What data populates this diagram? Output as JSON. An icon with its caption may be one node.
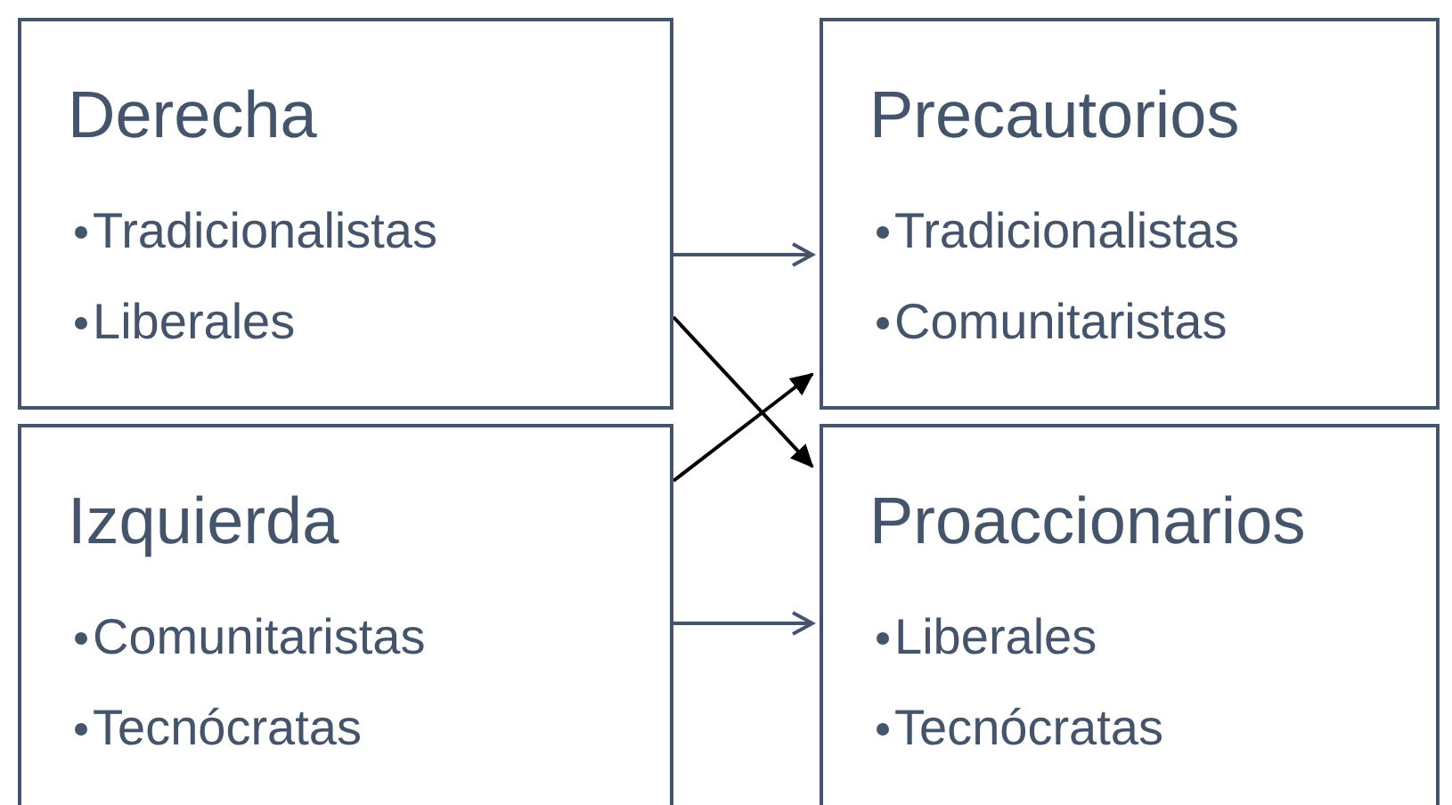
{
  "diagram": {
    "nodes": [
      {
        "text": [
          "Derecha",
          "Tradicionalistas",
          "Liberales"
        ]
      },
      {
        "text": [
          "Izquierda",
          "Comunitaristas",
          "Tecnócratas"
        ]
      },
      {
        "text": [
          "Precautorios",
          "Tradicionalistas",
          "Comunitaristas"
        ]
      },
      {
        "text": [
          "Proaccionarios",
          "Liberales",
          "Tecnócratas"
        ]
      }
    ],
    "edges": [
      {
        "from": 0,
        "to": 2,
        "arrow": "to"
      },
      {
        "from": 1,
        "to": 3,
        "arrow": "to"
      },
      {
        "from": 0,
        "to": 3,
        "arrow": "to",
        "color": "#000000"
      },
      {
        "from": 1,
        "to": 2,
        "arrow": "to",
        "color": "#000000"
      }
    ]
  }
}
